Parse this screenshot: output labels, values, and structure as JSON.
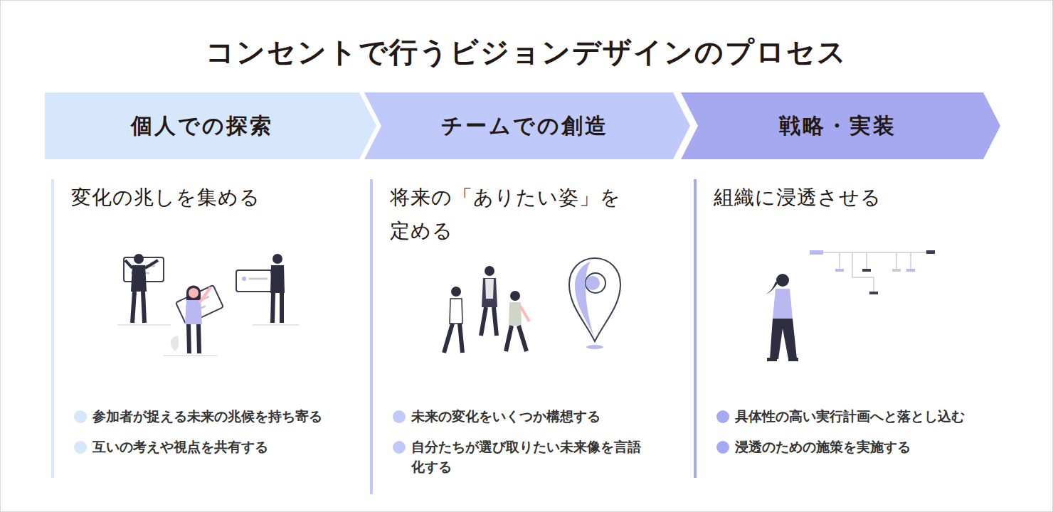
{
  "diagram": {
    "title": "コンセントで行うビジョンデザインのプロセス",
    "nodes": [
      {
        "text": [
          "個人での探索"
        ]
      },
      {
        "text": [
          "チームでの創造"
        ]
      },
      {
        "text": [
          "戦略・実装"
        ]
      },
      {
        "text": [
          "変化の兆しを集める",
          "参加者が捉える未来の兆候を持ち寄る",
          "互いの考えや視点を共有する"
        ]
      },
      {
        "text": [
          "将来の「ありたい姿」を 定める",
          "未来の変化をいくつか構想する",
          "自分たちが選び取りたい未来像を言語 化する"
        ]
      },
      {
        "text": [
          "組織に浸透させる",
          "具体性の高い実行計画へと落とし込む",
          "浸透のための施策を実施する"
        ]
      }
    ]
  }
}
